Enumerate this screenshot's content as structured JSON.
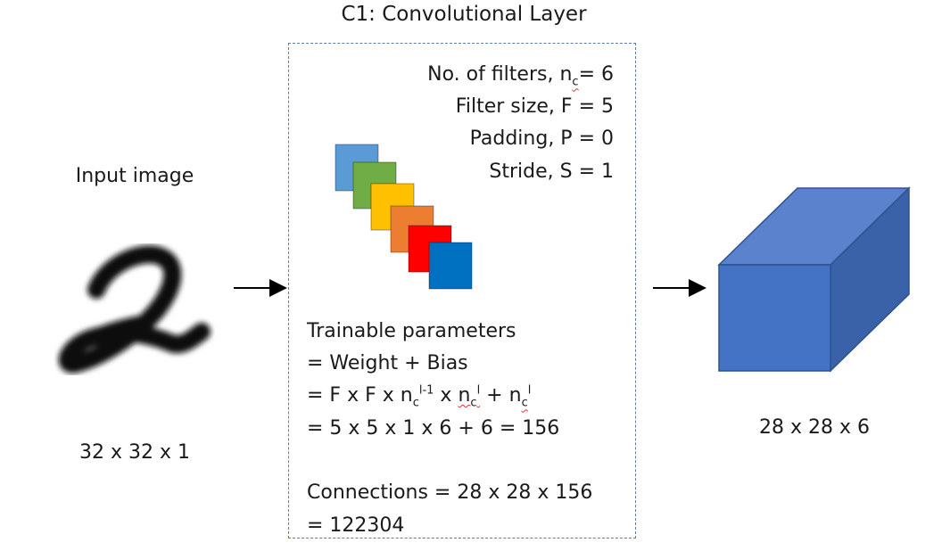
{
  "title": "C1: Convolutional Layer",
  "input": {
    "label": "Input image",
    "dims": "32 x 32 x 1",
    "digit": "2"
  },
  "output": {
    "dims": "28 x 28 x 6"
  },
  "params": {
    "filters_prefix": "No. of filters, n",
    "filters_sub": "c",
    "filters_suffix": "= 6",
    "filter_size": "Filter size, F = 5",
    "padding": "Padding, P = 0",
    "stride": "Stride, S = 1"
  },
  "trainable": {
    "line1": "Trainable parameters",
    "line2": "= Weight + Bias",
    "line3_a": "= F x F x n",
    "line3_sub1": "c",
    "line3_sup1": "l-1",
    "line3_b": " x ",
    "line3_n2": "n",
    "line3_sub2": "c",
    "line3_sup2": "l",
    "line3_c": " + n",
    "line3_sub3": "c",
    "line3_sup3": "l",
    "line4": "= 5 x 5 x 1 x 6 + 6 = 156"
  },
  "connections": {
    "line1": "Connections = 28 x 28 x 156",
    "line2": "= 122304"
  },
  "filter_colors": [
    "#5b9bd5",
    "#70ad47",
    "#ffc000",
    "#ed7d31",
    "#ff0000",
    "#0070c0"
  ],
  "colors": {
    "cube_front": "#4472c4",
    "cube_top": "#5b82cc",
    "cube_side": "#3a62a8",
    "box_border": "#5b7ea8"
  }
}
